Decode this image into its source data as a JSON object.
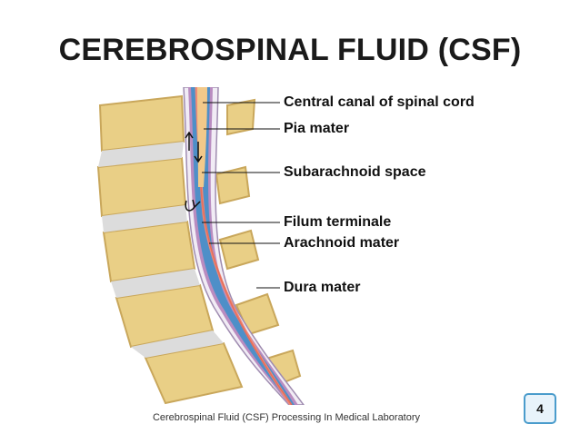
{
  "slide": {
    "title": "CEREBROSPINAL FLUID (CSF)",
    "footer": "Cerebrospinal Fluid (CSF) Processing In Medical Laboratory",
    "page_number": "4"
  },
  "diagram": {
    "labels": [
      {
        "id": "central-canal",
        "text": "Central canal of spinal cord"
      },
      {
        "id": "pia-mater",
        "text": "Pia mater"
      },
      {
        "id": "subarachnoid-space",
        "text": "Subarachnoid space"
      },
      {
        "id": "filum-terminale",
        "text": "Filum terminale"
      },
      {
        "id": "arachnoid-mater",
        "text": "Arachnoid mater"
      },
      {
        "id": "dura-mater",
        "text": "Dura mater"
      }
    ],
    "colors": {
      "bone": "#e9cf86",
      "bone_shadow": "#c9a75b",
      "disc": "#dcdcdc",
      "csf": "#4e8fc8",
      "arachnoid": "#b98cc0",
      "pia": "#f08a77",
      "dura": "#f1ecf5",
      "cord": "#f2c98a"
    }
  }
}
